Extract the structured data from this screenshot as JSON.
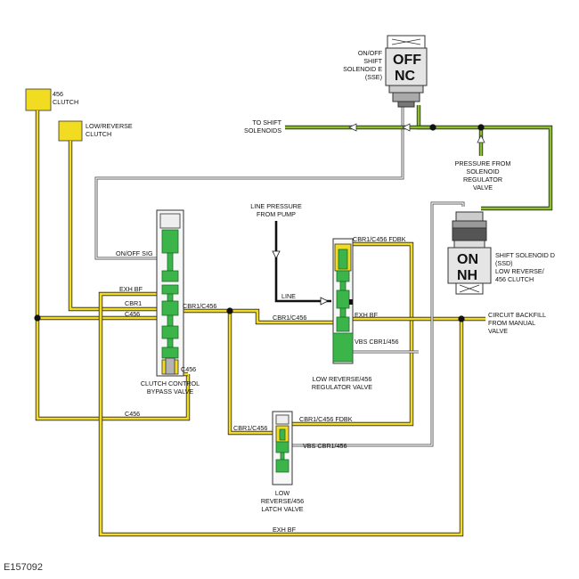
{
  "diagram_id": "E157092",
  "colors": {
    "yellow_fluid": "#f2dc22",
    "green_fluid": "#8bbf2c",
    "spool_green": "#3bb54a",
    "line_black": "#111111"
  },
  "labels": {
    "clutch_456": [
      "456",
      "CLUTCH"
    ],
    "low_reverse_clutch": [
      "LOW/REVERSE",
      "CLUTCH"
    ],
    "sse": [
      "ON/OFF",
      "SHIFT",
      "SOLENOID E",
      "(SSE)"
    ],
    "sse_state_1": "OFF",
    "sse_state_2": "NC",
    "to_shift_solenoids": [
      "TO SHIFT",
      "SOLENOIDS"
    ],
    "pressure_from_regulator": [
      "PRESSURE FROM",
      "SOLENOID",
      "REGULATOR",
      "VALVE"
    ],
    "line_pressure": [
      "LINE PRESSURE",
      "FROM PUMP"
    ],
    "ssd": [
      "SHIFT SOLENOID D",
      "(SSD)",
      "LOW REVERSE/",
      "456 CLUTCH"
    ],
    "ssd_state_1": "ON",
    "ssd_state_2": "NH",
    "on_off_sig": "ON/OFF SIG",
    "exh_bf_1": "EXH BF",
    "cbr1": "CBR1",
    "c456_a": "C456",
    "cbr1_c456_a": "CBR1/C456",
    "cbr1_c456_b": "CBR1/C456",
    "cbr1_c456_fdbk_a": "CBR1/C456 FDBK",
    "line": "LINE",
    "exh_bf_2": "EXH BF",
    "vbs_cbr1_456_a": "VBS CBR1/456",
    "circuit_backfill": [
      "CIRCUIT BACKFILL",
      "FROM MANUAL",
      "VALVE"
    ],
    "c456_b": "C456",
    "clutch_control_bypass": [
      "CLUTCH CONTROL",
      "BYPASS VALVE"
    ],
    "low_rev_regulator": [
      "LOW REVERSE/456",
      "REGULATOR VALVE"
    ],
    "c456_c": "C456",
    "cbr1_c456_fdbk_b": "CBR1/C456 FDBK",
    "cbr1_c456_c": "CBR1/C456",
    "vbs_cbr1_456_b": "VBS CBR1/456",
    "latch_valve": [
      "LOW",
      "REVERSE/456",
      "LATCH VALVE"
    ],
    "exh_bf_3": "EXH BF"
  }
}
